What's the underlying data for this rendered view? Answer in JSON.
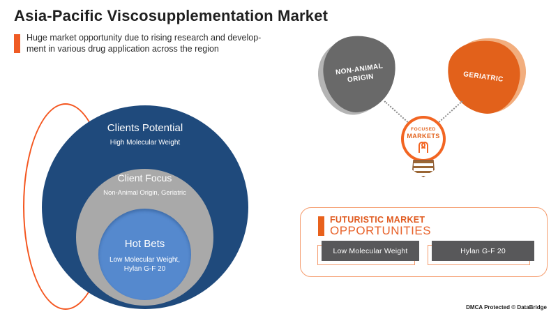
{
  "header": {
    "title": "Asia-Pacific Viscosupplementation Market",
    "subtitle_lines": [
      "Huge market opportunity due to rising research and develop-",
      "ment  in various drug application across the region"
    ]
  },
  "venn": {
    "outer": {
      "label": "Clients Potential",
      "sublabel": "High Molecular Weight"
    },
    "middle": {
      "label": "Client Focus",
      "sublabel": "Non-Animal Origin, Geriatric"
    },
    "inner": {
      "label": "Hot Bets",
      "sublabel_line1": "Low Molecular Weight,",
      "sublabel_line2": "Hylan G-F 20"
    }
  },
  "focused_markets": {
    "left_blob_label": "NON-ANIMAL ORIGIN",
    "right_blob_label": "GERIATRIC",
    "bulb_label_line1": "FOCUSED",
    "bulb_label_line2": "MARKETS"
  },
  "opportunities": {
    "heading_line1": "FUTURISTIC MARKET",
    "heading_line2": "OPPORTUNITIES",
    "items": [
      "Low Molecular Weight",
      "Hylan G-F 20"
    ]
  },
  "footer": {
    "copyright": "DMCA Protected © DataBridge"
  },
  "colors": {
    "accent_orange": "#EF5B24",
    "dark_blue": "#1F4A7C",
    "mid_gray": "#A9A9A9",
    "light_blue": "#5589CE",
    "blob_gray": "#696969",
    "blob_orange": "#E2611B",
    "button_gray": "#58585A",
    "bulb_base_brown": "#9a6634"
  }
}
